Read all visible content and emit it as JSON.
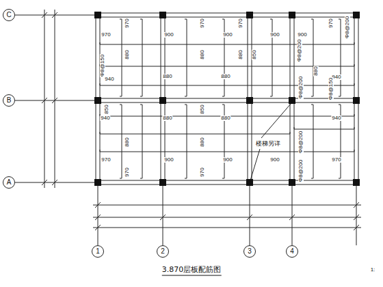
{
  "diagram": {
    "title": "3.870层板配筋图",
    "nodes": [
      {
        "text": [
          "C"
        ]
      },
      {
        "text": [
          "B"
        ]
      },
      {
        "text": [
          "A"
        ]
      },
      {
        "text": [
          "1"
        ]
      },
      {
        "text": [
          "2"
        ]
      },
      {
        "text": [
          "3"
        ]
      },
      {
        "text": [
          "4"
        ]
      }
    ],
    "labels": [
      "970",
      "970",
      "900",
      "970",
      "900",
      "970",
      "900",
      "900",
      "970",
      "Φ8@200",
      "880",
      "880",
      "880",
      "850",
      "Φ8@200",
      "Φ8@150",
      "940",
      "880",
      "880",
      "880",
      "940",
      "Φ8@200",
      "Φ8@150",
      "850",
      "850",
      "940",
      "880",
      "880",
      "940",
      "880",
      "880",
      "Φ8@200",
      "楼梯另详",
      "970",
      "900",
      "900",
      "900",
      "970",
      "970",
      "970",
      "Φ8@200",
      "1:"
    ]
  }
}
